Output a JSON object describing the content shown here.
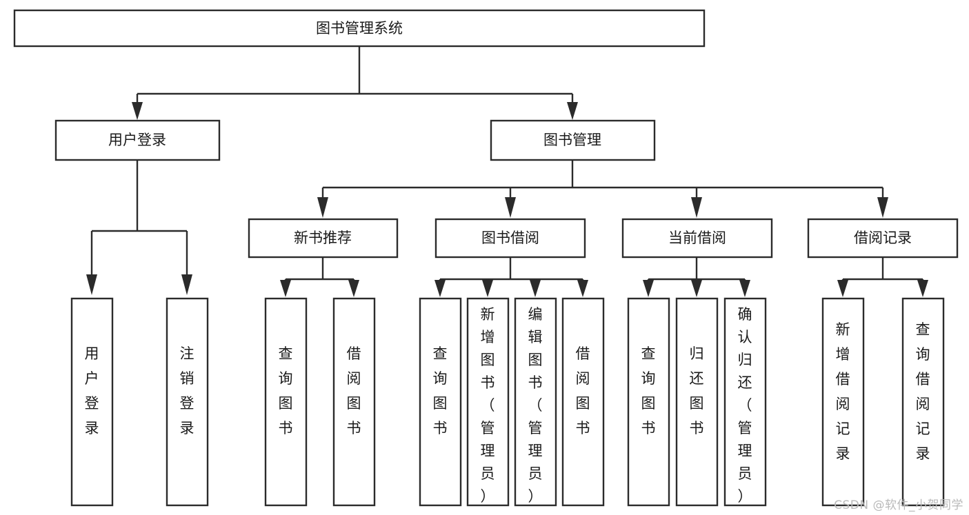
{
  "diagram": {
    "type": "tree-hierarchy-chart",
    "title": "图书管理系统",
    "watermark": "CSDN @软件_小贺同学",
    "colors": {
      "background": "#ffffff",
      "stroke": "#2b2b2b",
      "text": "#1a1a1a",
      "watermark": "#b9b9b9"
    },
    "levels": {
      "root": {
        "label": "图书管理系统",
        "orientation": "horizontal"
      },
      "level1": [
        {
          "label": "用户登录",
          "orientation": "horizontal"
        },
        {
          "label": "图书管理",
          "orientation": "horizontal"
        }
      ],
      "level2": [
        {
          "label": "新书推荐",
          "orientation": "horizontal",
          "parent": "图书管理"
        },
        {
          "label": "图书借阅",
          "orientation": "horizontal",
          "parent": "图书管理"
        },
        {
          "label": "当前借阅",
          "orientation": "horizontal",
          "parent": "图书管理"
        },
        {
          "label": "借阅记录",
          "orientation": "horizontal",
          "parent": "图书管理"
        }
      ],
      "leaves": [
        {
          "label": "用户登录",
          "parent": "用户登录",
          "orientation": "vertical",
          "lines": [
            "用",
            "户",
            "登",
            "录"
          ]
        },
        {
          "label": "注销登录",
          "parent": "用户登录",
          "orientation": "vertical",
          "lines": [
            "注",
            "销",
            "登",
            "录"
          ]
        },
        {
          "label": "查询图书",
          "parent": "新书推荐",
          "orientation": "vertical",
          "lines": [
            "查",
            "询",
            "图",
            "书"
          ]
        },
        {
          "label": "借阅图书",
          "parent": "新书推荐",
          "orientation": "vertical",
          "lines": [
            "借",
            "阅",
            "图",
            "书"
          ]
        },
        {
          "label": "查询图书",
          "parent": "图书借阅",
          "orientation": "vertical",
          "lines": [
            "查",
            "询",
            "图",
            "书"
          ]
        },
        {
          "label": "新增图书（管理员）",
          "parent": "图书借阅",
          "orientation": "vertical",
          "lines": [
            "新",
            "增",
            "图",
            "书",
            "（",
            "管",
            "理",
            "员",
            "）"
          ]
        },
        {
          "label": "编辑图书（管理员）",
          "parent": "图书借阅",
          "orientation": "vertical",
          "lines": [
            "编",
            "辑",
            "图",
            "书",
            "（",
            "管",
            "理",
            "员",
            "）"
          ]
        },
        {
          "label": "借阅图书",
          "parent": "图书借阅",
          "orientation": "vertical",
          "lines": [
            "借",
            "阅",
            "图",
            "书"
          ]
        },
        {
          "label": "查询图书",
          "parent": "当前借阅",
          "orientation": "vertical",
          "lines": [
            "查",
            "询",
            "图",
            "书"
          ]
        },
        {
          "label": "归还图书",
          "parent": "当前借阅",
          "orientation": "vertical",
          "lines": [
            "归",
            "还",
            "图",
            "书"
          ]
        },
        {
          "label": "确认归还（管理员）",
          "parent": "当前借阅",
          "orientation": "vertical",
          "lines": [
            "确",
            "认",
            "归",
            "还",
            "（",
            "管",
            "理",
            "员",
            "）"
          ]
        },
        {
          "label": "新增借阅记录",
          "parent": "借阅记录",
          "orientation": "vertical",
          "lines": [
            "新",
            "增",
            "借",
            "阅",
            "记",
            "录"
          ]
        },
        {
          "label": "查询借阅记录",
          "parent": "借阅记录",
          "orientation": "vertical",
          "lines": [
            "查",
            "询",
            "借",
            "阅",
            "记",
            "录"
          ]
        }
      ]
    },
    "nodes": {
      "root": "图书管理系统",
      "n_user_login": "用户登录",
      "n_book_mgmt": "图书管理",
      "n_new_book_rec": "新书推荐",
      "n_book_borrow": "图书借阅",
      "n_current_borrow": "当前借阅",
      "n_borrow_record": "借阅记录",
      "leaf_user_login": "用户登录",
      "leaf_logout": "注销登录",
      "leaf_query_book_1": "查询图书",
      "leaf_borrow_book_1": "借阅图书",
      "leaf_query_book_2": "查询图书",
      "leaf_add_book": "新增图书（管理员）",
      "leaf_edit_book": "编辑图书（管理员）",
      "leaf_borrow_book_2": "借阅图书",
      "leaf_query_book_3": "查询图书",
      "leaf_return_book": "归还图书",
      "leaf_confirm_return": "确认归还（管理员）",
      "leaf_add_record": "新增借阅记录",
      "leaf_query_record": "查询借阅记录"
    }
  }
}
